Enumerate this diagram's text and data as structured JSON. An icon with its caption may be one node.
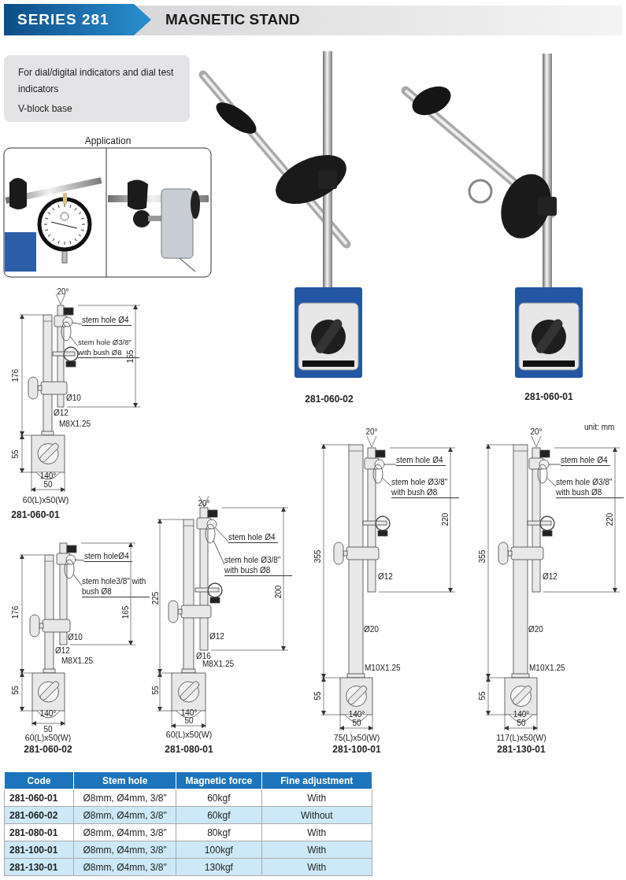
{
  "diagram": {
    "title": "MAGNETIC STAND",
    "nodes": [
      {
        "text": [
          "stem hole Ø4"
        ]
      },
      {
        "text": [
          "stem hole Ø3/8\" with bush Ø8"
        ]
      },
      {
        "text": [
          "stem hole Ø4"
        ]
      },
      {
        "text": [
          "stem hole Ø3/8\" with bush Ø8"
        ]
      },
      {
        "text": [
          "stem hole Ø4"
        ]
      },
      {
        "text": [
          "stem hole Ø3/8\" with bush Ø8"
        ]
      },
      {
        "text": [
          "stem holeØ4"
        ]
      },
      {
        "text": [
          "stem hole3/8\" with bush Ø8"
        ]
      },
      {
        "text": [
          "stem hole Ø4"
        ]
      },
      {
        "text": [
          "stem hole Ø3/8\" with bush Ø8"
        ]
      },
      {
        "text": [],
        "shape": "circle"
      },
      {
        "text": [],
        "shape": "ellipse"
      },
      {
        "text": [],
        "shape": "circle"
      },
      {
        "text": [],
        "shape": "ellipse"
      },
      {
        "text": [],
        "shape": "circle"
      },
      {
        "text": [],
        "shape": "ellipse"
      },
      {
        "text": [],
        "shape": "circle"
      },
      {
        "text": [],
        "shape": "ellipse"
      },
      {
        "text": [],
        "shape": "circle"
      },
      {
        "text": [],
        "shape": "ellipse"
      }
    ],
    "edges": [
      {
        "from": 0,
        "to": 10,
        "arrow": "none"
      },
      {
        "from": 1,
        "to": 11,
        "arrow": "none"
      },
      {
        "from": 2,
        "to": 12,
        "arrow": "none"
      },
      {
        "from": 3,
        "to": 13,
        "arrow": "none"
      },
      {
        "from": 4,
        "to": 14,
        "arrow": "none"
      },
      {
        "from": 5,
        "to": 15,
        "arrow": "none"
      },
      {
        "from": 6,
        "to": 16,
        "arrow": "none"
      },
      {
        "from": 7,
        "to": 17,
        "arrow": "none"
      },
      {
        "from": 8,
        "to": 18,
        "arrow": "none"
      },
      {
        "from": 9,
        "to": 19,
        "arrow": "none"
      }
    ],
    "labels": [
      "SERIES 281",
      "For dial/digital indicators and dial test indicators",
      "V-block base",
      "Application",
      "281-060-02",
      "281-060-01",
      "20°",
      "176",
      "155",
      "Ø10",
      "Ø12",
      "M8X1.25",
      "55",
      "140°",
      "50",
      "60(L)x50(W)",
      "281-060-01",
      "unit: mm",
      "20°",
      "355",
      "220",
      "Ø12",
      "Ø20",
      "M10X1.25",
      "55",
      "140°",
      "50",
      "75(L)x50(W)",
      "281-100-01",
      "20°",
      "355",
      "220",
      "Ø12",
      "Ø20",
      "M10X1.25",
      "55",
      "140°",
      "50",
      "117(L)x50(W)",
      "281-130-01",
      "176",
      "165",
      "Ø10",
      "Ø12",
      "M8X1.25",
      "55",
      "140°",
      "50",
      "60(L)x50(W)",
      "281-060-02",
      "20°",
      "225",
      "200",
      "Ø12",
      "Ø16",
      "M8X1.25",
      "55",
      "140°",
      "50",
      "60(L)x50(W)",
      "281-080-01",
      "Code",
      "Stem hole",
      "Magnetic force",
      "Fine adjustment",
      "281-060-01",
      "Ø8mm, Ø4mm, 3/8\"",
      "60kgf",
      "With",
      "281-060-02",
      "Ø8mm, Ø4mm, 3/8\"",
      "60kgf",
      "Without",
      "281-080-01",
      "Ø8mm, Ø4mm, 3/8\"",
      "80kgf",
      "With",
      "281-100-01",
      "Ø8mm, Ø4mm, 3/8\"",
      "100kgf",
      "With",
      "281-130-01",
      "Ø8mm, Ø4mm, 3/8\"",
      "130kgf",
      "With"
    ]
  }
}
